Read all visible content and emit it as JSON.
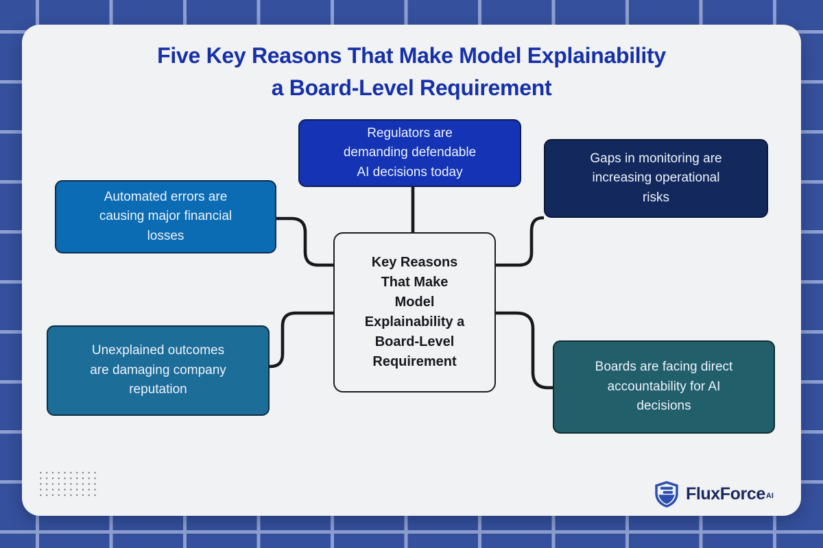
{
  "title": {
    "line1": "Five Key Reasons That Make Model Explainability",
    "line2": "a Board-Level Requirement"
  },
  "center_node": {
    "lines": [
      "Key Reasons",
      "That Make",
      "Model",
      "Explainability a",
      "Board-Level",
      "Requirement"
    ]
  },
  "nodes": [
    {
      "id": "regulators",
      "lines": [
        "Regulators are",
        "demanding defendable",
        "AI decisions today"
      ],
      "fill": "#1433b5"
    },
    {
      "id": "monitoring-gaps",
      "lines": [
        "Gaps in monitoring are",
        "increasing operational",
        "risks"
      ],
      "fill": "#13285c"
    },
    {
      "id": "automated-errors",
      "lines": [
        "Automated errors are",
        "causing major financial",
        "losses"
      ],
      "fill": "#0b6cb4"
    },
    {
      "id": "unexplained-outcomes",
      "lines": [
        "Unexplained outcomes",
        "are damaging company",
        "reputation"
      ],
      "fill": "#1d6d99"
    },
    {
      "id": "board-accountability",
      "lines": [
        "Boards are facing direct",
        "accountability for AI",
        "decisions"
      ],
      "fill": "#215f6b"
    }
  ],
  "branding": {
    "name": "FluxForce",
    "suffix": "AI"
  },
  "colors": {
    "background": "#35509c",
    "grid_line": "#8e9fd2",
    "card": "#f1f2f4",
    "title_text": "#1630a8",
    "connector": "#17191d",
    "node_text": "#edf3fb",
    "center_text": "#14171c",
    "logo_text": "#1b2a5e",
    "logo_shield": "#2c4fae"
  }
}
